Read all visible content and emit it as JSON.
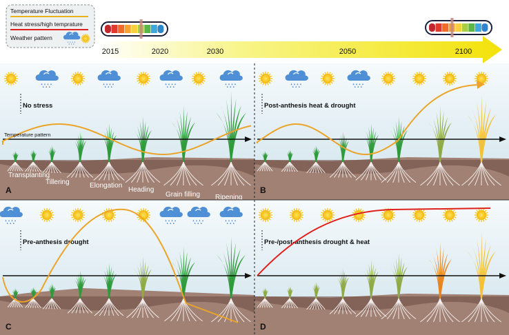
{
  "legend": {
    "items": [
      {
        "label": "Temperature Fluctuation",
        "color": "#e8b21a"
      },
      {
        "label": "Heat stress/high temprature",
        "color": "#e02020"
      },
      {
        "label": "Weather pattern",
        "icons": [
          "rain-cloud-icon",
          "sun-icon"
        ]
      }
    ]
  },
  "timeline": {
    "years": [
      "2015",
      "2020",
      "2030",
      "2050",
      "2100"
    ],
    "thermometer_colors": [
      "#c0282d",
      "#e03a2c",
      "#f26b2a",
      "#f7a234",
      "#f6d13a",
      "#a8cf45",
      "#5bb648",
      "#3fa8d8",
      "#2e86c8"
    ]
  },
  "panels": [
    {
      "letter": "A",
      "title": "No stress",
      "temperature_label": "Temperature pattern",
      "stages": [
        "Transplanting",
        "Tillering",
        "Elongation",
        "Heading",
        "Grain filling",
        "Ripening"
      ]
    },
    {
      "letter": "B",
      "title": "Post-anthesis heat & drought"
    },
    {
      "letter": "C",
      "title": "Pre-anthesis drought"
    },
    {
      "letter": "D",
      "title": "Pre-/post-anthesis drought & heat"
    }
  ],
  "colors": {
    "sky": "#dcebf2",
    "soil": "#9b7a6d",
    "soil_dark": "#6f4f44",
    "temp_curve": "#eba328",
    "heat_curve": "#e0201c",
    "arrow": "#111111",
    "timeline_arrow": "#f5ec18",
    "plant_green": "#2e9b3a",
    "plant_olive": "#8eaa45",
    "plant_orange": "#e8861e",
    "plant_yellow": "#f2c23a",
    "sun": "#f6c617",
    "cloud": "#4e8fd6"
  }
}
